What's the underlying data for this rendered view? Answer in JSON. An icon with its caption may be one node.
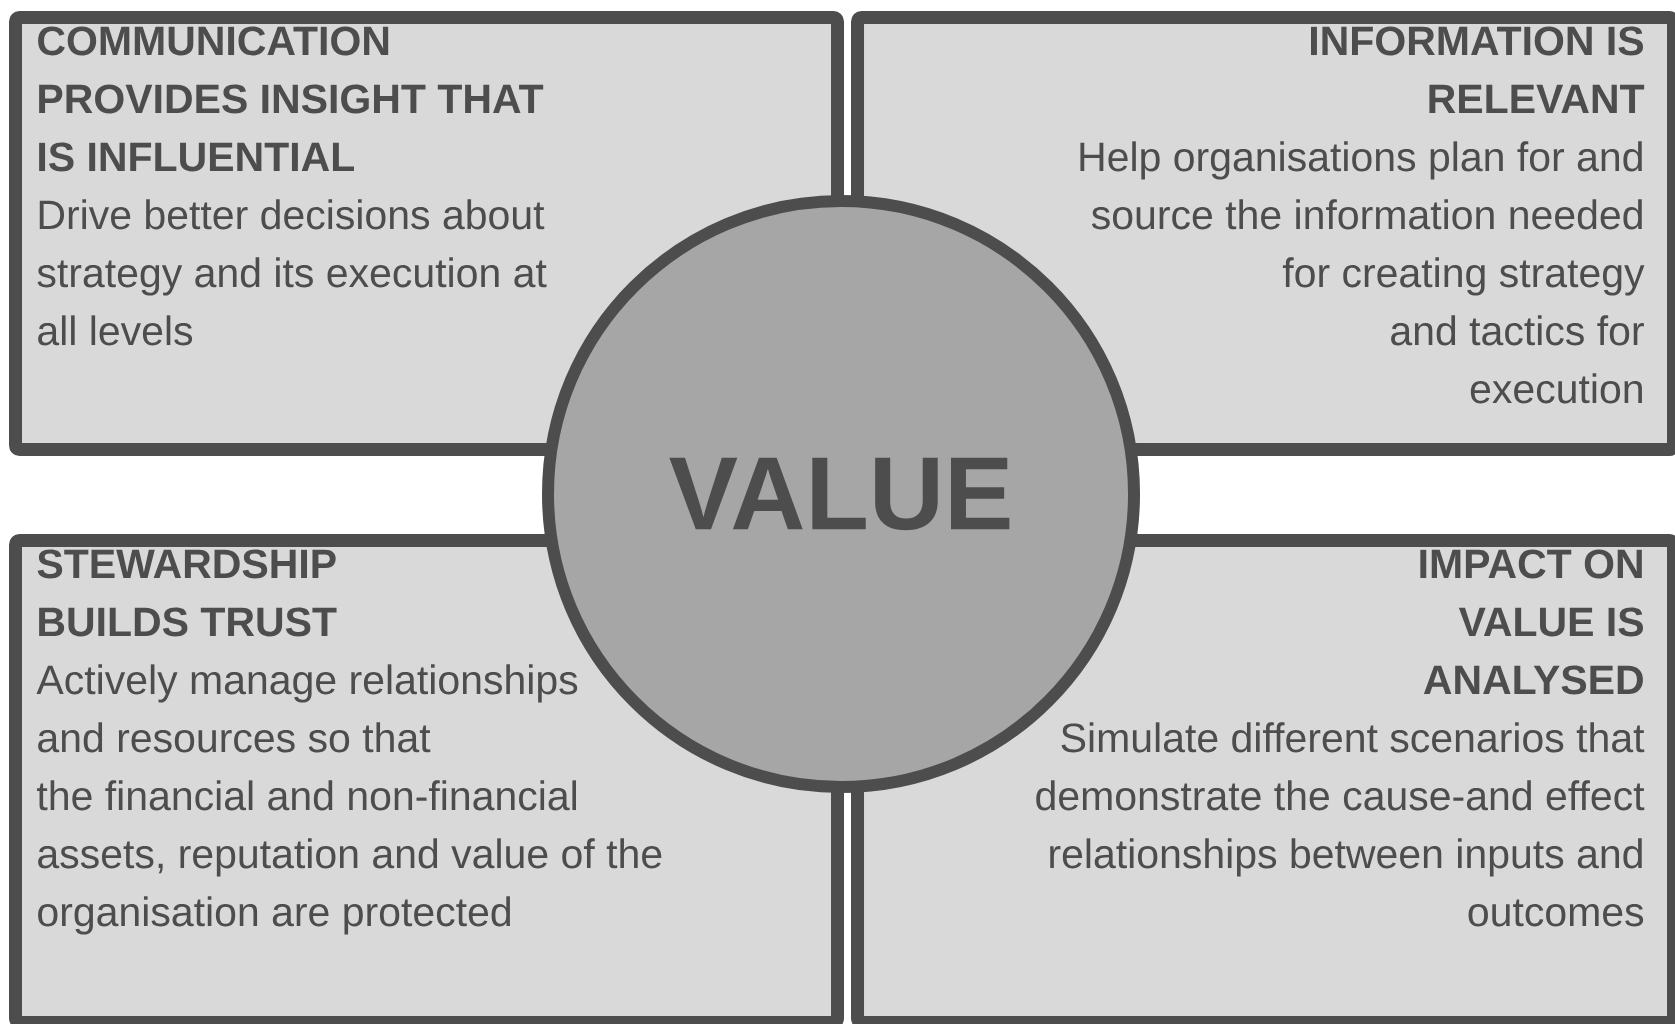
{
  "diagram": {
    "nodes": [
      {
        "text": [
          "COMMUNICATION PROVIDES INSIGHT THAT IS INFLUENTIAL",
          "Drive better decisions about strategy and its execution at all levels"
        ]
      },
      {
        "text": [
          "INFORMATION IS RELEVANT",
          "Help organisations plan for and source the information needed for creating strategy and tactics for execution"
        ]
      },
      {
        "text": [
          "VALUE"
        ]
      },
      {
        "text": [
          "STEWARDSHIP BUILDS TRUST",
          "Actively manage relationships and resources so that the financial and non-financial assets, reputation and value of the organisation are protected"
        ]
      },
      {
        "text": [
          "IMPACT ON VALUE IS ANALYSED",
          "Simulate different scenarios that demonstrate the cause-and effect relationships between inputs and outcomes"
        ]
      }
    ]
  }
}
